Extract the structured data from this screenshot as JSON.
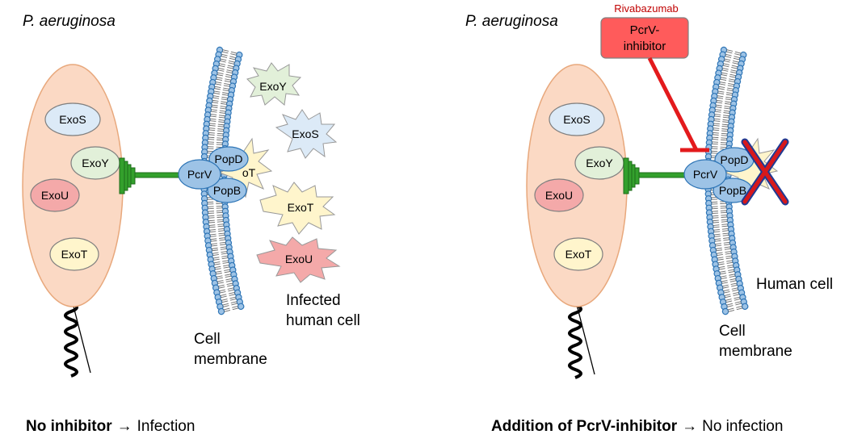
{
  "left": {
    "species": "P. aeruginosa",
    "proteins": [
      "ExoS",
      "ExoY",
      "ExoU",
      "ExoT"
    ],
    "pcrv": "PcrV",
    "popd": "PopD",
    "popb": "PopB",
    "pore_partial": "oT",
    "released": [
      "ExoY",
      "ExoS",
      "ExoT",
      "ExoU"
    ],
    "cell_membrane_1": "Cell",
    "cell_membrane_2": "membrane",
    "infected_1": "Infected",
    "infected_2": "human cell",
    "caption_bold": "No inhibitor",
    "caption_rest": "Infection"
  },
  "right": {
    "species": "P. aeruginosa",
    "drug_name": "Rivabazumab",
    "inhibitor_1": "PcrV-",
    "inhibitor_2": "inhibitor",
    "proteins": [
      "ExoS",
      "ExoY",
      "ExoU",
      "ExoT"
    ],
    "pcrv": "PcrV",
    "popd": "PopD",
    "popb": "PopB",
    "human_cell": "Human cell",
    "cell_membrane_1": "Cell",
    "cell_membrane_2": "membrane",
    "caption_bold": "Addition of PcrV-inhibitor",
    "caption_rest": "No infection"
  },
  "colors": {
    "bacterium": "#FBD9C4",
    "exos": "#DCEAF7",
    "exoy": "#E2F0D9",
    "exou": "#F4A9A9",
    "exot": "#FFF5CC",
    "pcrv": "#9DC3E6",
    "needle": "#33A02C",
    "inhibitor": "#FF5B5B",
    "inhibitor_line": "#E31A1C",
    "cross": "#D7191C",
    "cross_outline": "#1F3A93"
  }
}
